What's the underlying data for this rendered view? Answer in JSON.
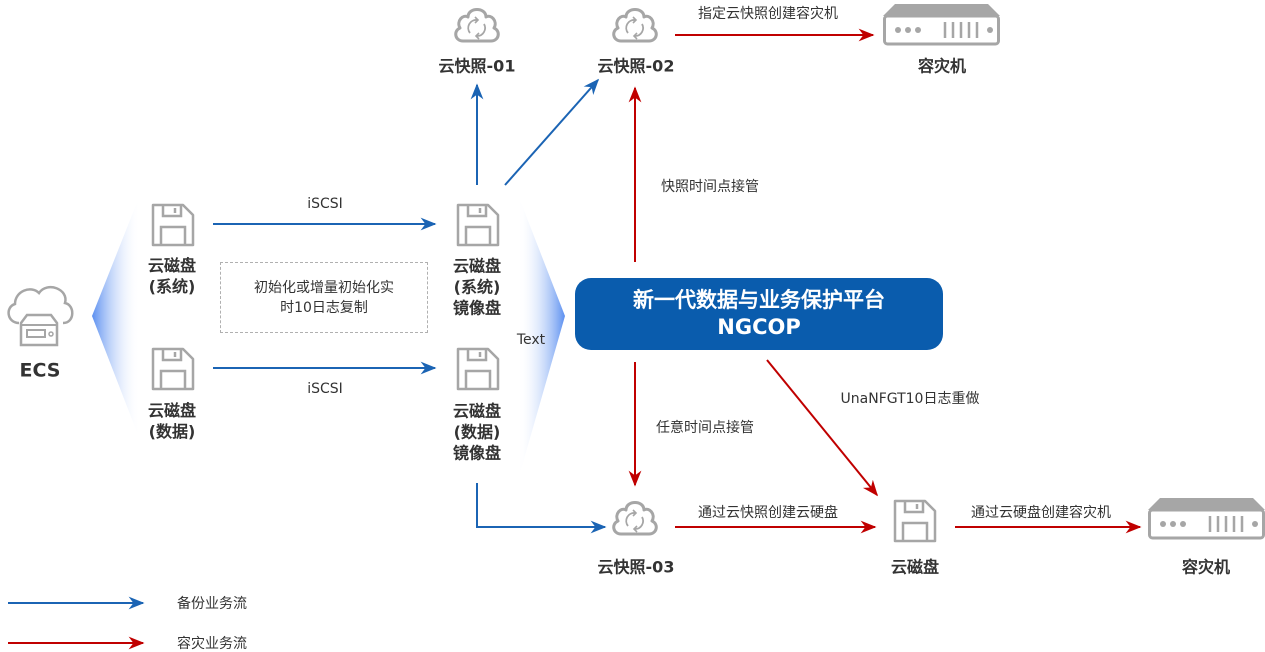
{
  "colors": {
    "backup": "#1b64b4",
    "dr": "#c00000",
    "icon": "#a6a6a6",
    "platform": "#0a5cad"
  },
  "ecs": {
    "label": "ECS",
    "icon": "cloud-server-icon"
  },
  "disks": {
    "system": [
      "云磁盘",
      "(系统)"
    ],
    "data": [
      "云磁盘",
      "(数据)"
    ],
    "system_mirror": [
      "云磁盘",
      "(系统)",
      "镜像盘"
    ],
    "data_mirror": [
      "云磁盘",
      "(数据)",
      "镜像盘"
    ],
    "cloud_disk": "云磁盘"
  },
  "links": {
    "iscsi_1": "iSCSI",
    "iscsi_2": "iSCSI",
    "sync_box": [
      "初始化或增量初始化实",
      "时10日志复制"
    ],
    "fan_text": "Text",
    "snapshot_takeover": "快照时间点接管",
    "any_time_takeover": "任意时间点接管",
    "log_redo": "UnaNFGT10日志重做",
    "create_dr_from_snapshot": "指定云快照创建容灾机",
    "create_disk_from_snapshot": "通过云快照创建云硬盘",
    "create_dr_from_disk": "通过云硬盘创建容灾机"
  },
  "platform": {
    "line1": "新一代数据与业务保护平台",
    "line2": "NGCOP"
  },
  "snapshots": {
    "s1": "云快照-01",
    "s2": "云快照-02",
    "s3": "云快照-03"
  },
  "dr_servers": {
    "top": "容灾机",
    "bottom": "容灾机"
  },
  "legend": {
    "backup": "备份业务流",
    "dr": "容灾业务流"
  }
}
